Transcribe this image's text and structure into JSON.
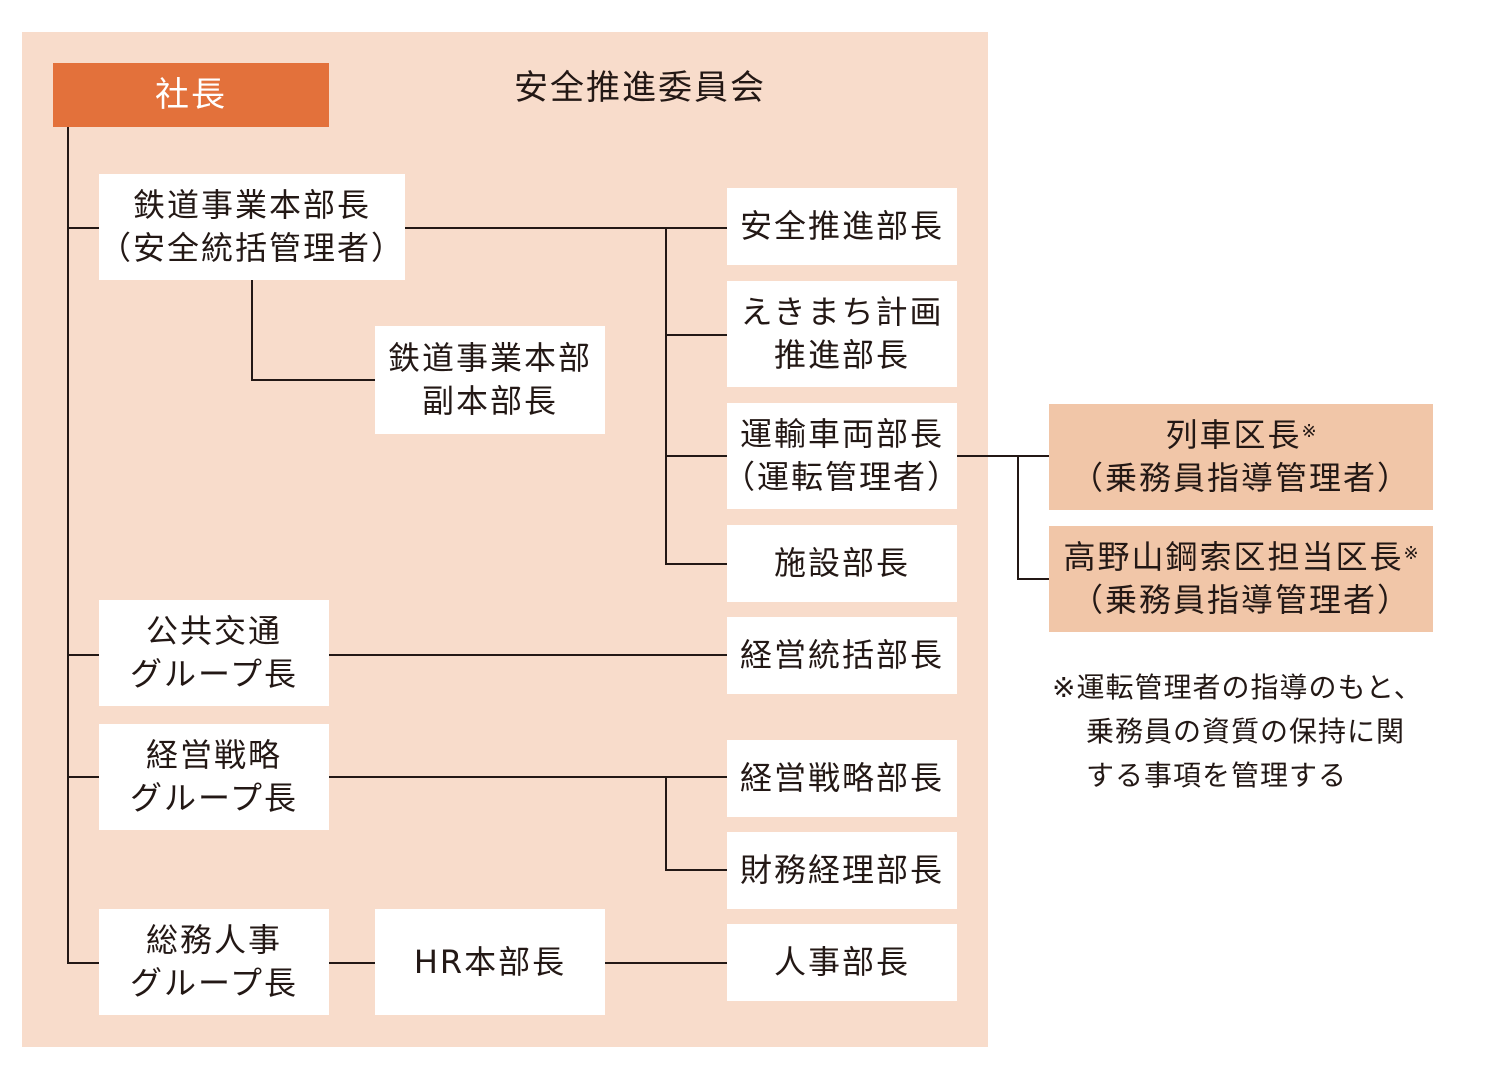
{
  "committee": {
    "title": "安全推進委員会"
  },
  "president": {
    "label": "社長"
  },
  "railway_hq": {
    "line1": "鉄道事業本部長",
    "line2": "（安全統括管理者）"
  },
  "railway_hq_deputy": {
    "line1": "鉄道事業本部",
    "line2": "副本部長"
  },
  "safety_promotion": {
    "label": "安全推進部長"
  },
  "ekimachi": {
    "line1": "えきまち計画",
    "line2": "推進部長"
  },
  "transport_vehicle": {
    "line1": "運輸車両部長",
    "line2": "（運転管理者）"
  },
  "facilities": {
    "label": "施設部長"
  },
  "train_district": {
    "line1": "列車区長",
    "mark": "※",
    "line2": "（乗務員指導管理者）"
  },
  "koyasan_cable": {
    "line1": "高野山鋼索区担当区長",
    "mark": "※",
    "line2": "（乗務員指導管理者）"
  },
  "public_transport_group": {
    "line1": "公共交通",
    "line2": "グループ長"
  },
  "mgmt_coordination": {
    "label": "経営統括部長"
  },
  "mgmt_strategy_group": {
    "line1": "経営戦略",
    "line2": "グループ長"
  },
  "mgmt_strategy": {
    "label": "経営戦略部長"
  },
  "finance_accounting": {
    "label": "財務経理部長"
  },
  "general_affairs_group": {
    "line1": "総務人事",
    "line2": "グループ長"
  },
  "hr_hq": {
    "label": "HR本部長"
  },
  "hr_dept": {
    "label": "人事部長"
  },
  "footnote": {
    "line1": "※運転管理者の指導のもと、",
    "line2": "乗務員の資質の保持に関",
    "line3": "する事項を管理する"
  },
  "colors": {
    "committee_bg": "#f8dccb",
    "president_bg": "#e3713b",
    "crew_manager_bg": "#f1c6a8",
    "line": "#231815"
  }
}
